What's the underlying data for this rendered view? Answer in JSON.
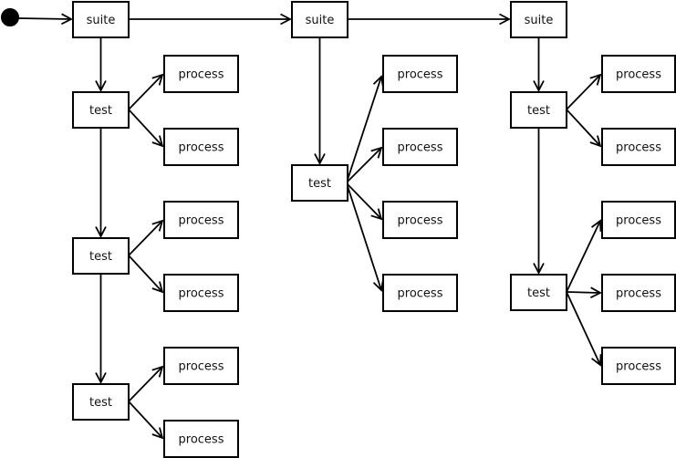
{
  "diagram": {
    "node_labels": {
      "suite": "suite",
      "test": "test",
      "process": "process"
    },
    "structure": {
      "start": "initial-state-dot",
      "suites": [
        {
          "label": "suite",
          "tests": [
            {
              "label": "test",
              "processes": [
                "process",
                "process"
              ]
            },
            {
              "label": "test",
              "processes": [
                "process",
                "process"
              ]
            },
            {
              "label": "test",
              "processes": [
                "process",
                "process"
              ]
            }
          ]
        },
        {
          "label": "suite",
          "tests": [
            {
              "label": "test",
              "processes": [
                "process",
                "process",
                "process",
                "process"
              ]
            }
          ]
        },
        {
          "label": "suite",
          "tests": [
            {
              "label": "test",
              "processes": [
                "process",
                "process"
              ]
            },
            {
              "label": "test",
              "processes": [
                "process",
                "process",
                "process"
              ]
            }
          ]
        }
      ]
    },
    "colors": {
      "stroke": "#000000",
      "node_fill": "#ffffff",
      "text": "#111111",
      "background": "#ffffff"
    }
  }
}
